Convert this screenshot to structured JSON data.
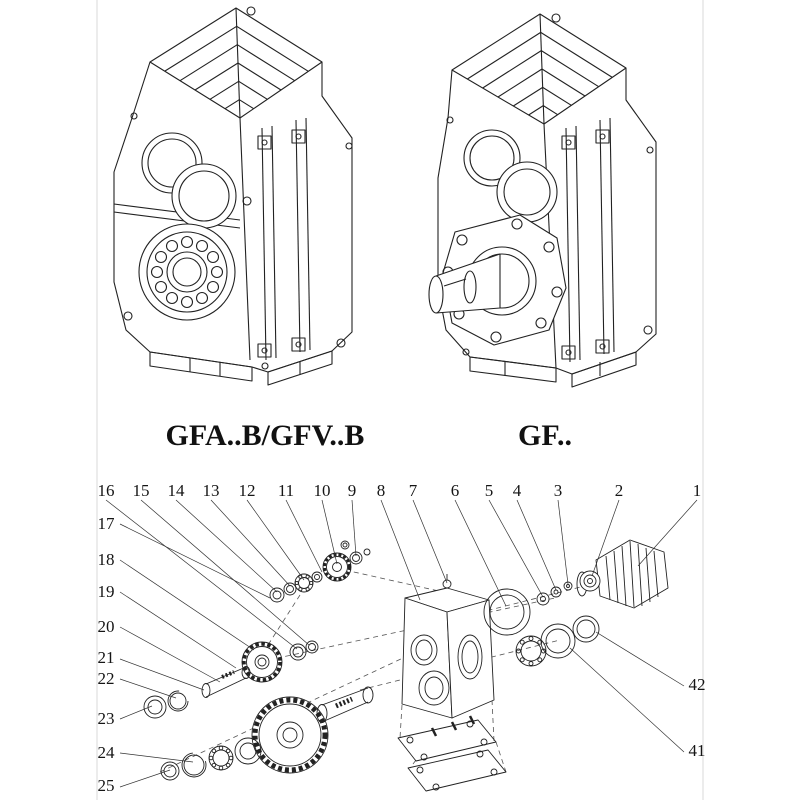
{
  "page": {
    "background": "#ffffff",
    "line_color": "#222222",
    "text_color": "#111111"
  },
  "models": {
    "left": {
      "label": "GFA..B/GFV..B"
    },
    "right": {
      "label": "GF.."
    }
  },
  "exploded": {
    "callouts": {
      "top": [
        "16",
        "15",
        "14",
        "13",
        "12",
        "11",
        "10",
        "9",
        "8",
        "7",
        "6",
        "5",
        "4",
        "3",
        "2",
        "1"
      ],
      "left": [
        "17",
        "18",
        "19",
        "20",
        "21",
        "22",
        "23",
        "24",
        "25"
      ],
      "right": [
        "42",
        "41"
      ]
    }
  }
}
